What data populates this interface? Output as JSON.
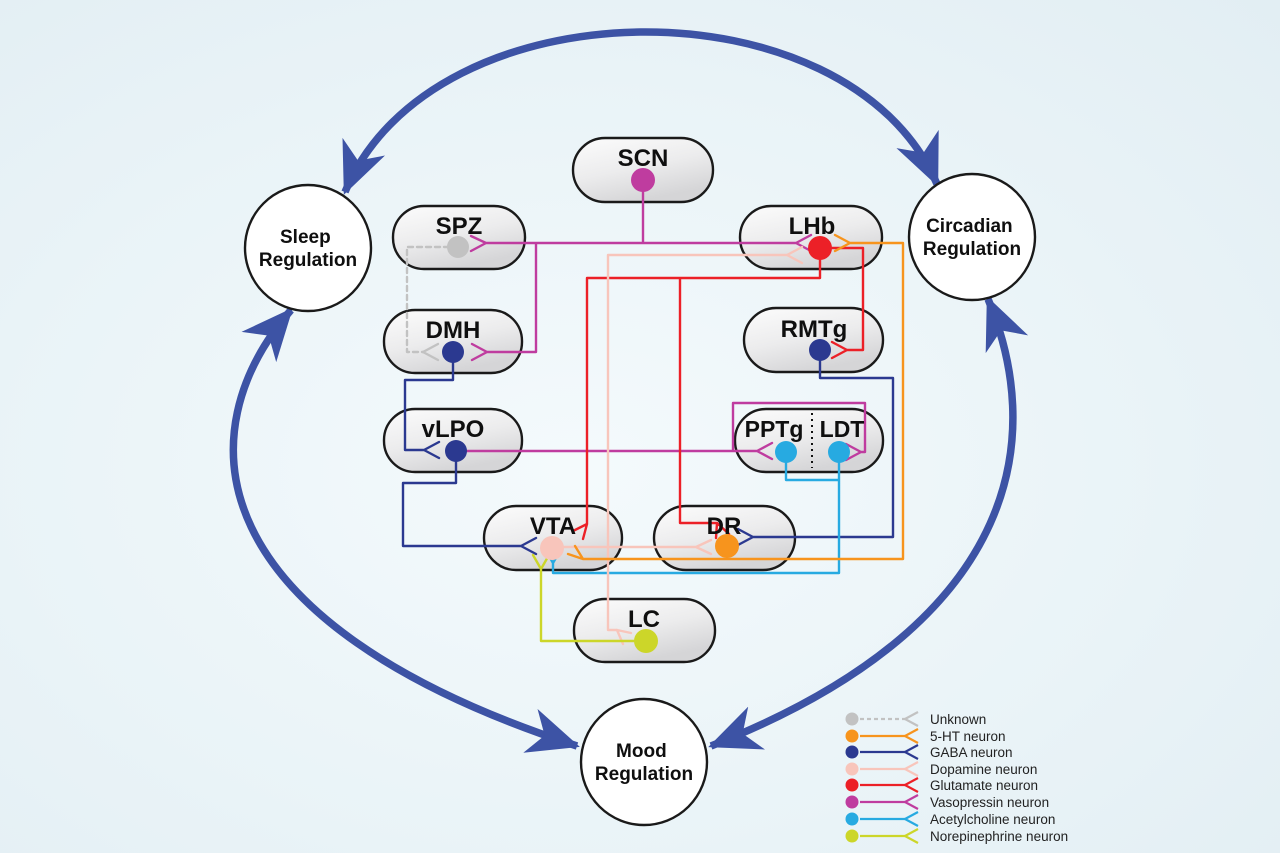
{
  "figure": {
    "description": "Neural circuit diagram linking sleep, circadian and mood regulation",
    "background_color": "#e9f3f7"
  },
  "palette": {
    "unknown": "#c2c2c2",
    "serotonin": "#f7941d",
    "gaba": "#2b3990",
    "dopamine": "#f8c5bb",
    "glutamate": "#ec2027",
    "vasopressin": "#bf3c9f",
    "acetylcholine": "#27aae1",
    "norepinephrine": "#ccd629",
    "hub_arrow": "#3d53a5",
    "node_border": "#1a1a1a"
  },
  "hubs": {
    "sleep": {
      "line1": "Sleep",
      "line2": "Regulation"
    },
    "circadian": {
      "line1": "Circadian",
      "line2": "Regulation"
    },
    "mood": {
      "line1": "Mood",
      "line2": "Regulation"
    }
  },
  "hub_links": [
    {
      "between": [
        "Sleep Regulation",
        "Circadian Regulation"
      ],
      "bidirectional": true
    },
    {
      "between": [
        "Sleep Regulation",
        "Mood Regulation"
      ],
      "bidirectional": true
    },
    {
      "between": [
        "Circadian Regulation",
        "Mood Regulation"
      ],
      "bidirectional": true
    }
  ],
  "nodes": {
    "scn": {
      "label": "SCN",
      "neuron": "vasopressin"
    },
    "spz": {
      "label": "SPZ",
      "neuron": "unknown"
    },
    "lhb": {
      "label": "LHb",
      "neuron": "glutamate"
    },
    "dmh": {
      "label": "DMH",
      "neuron": "gaba"
    },
    "rmtg": {
      "label": "RMTg",
      "neuron": "gaba"
    },
    "vlpo": {
      "label": "vLPO",
      "neuron": "gaba"
    },
    "pptg": {
      "label": "PPTg",
      "neuron": "acetylcholine"
    },
    "ldt": {
      "label": "LDT",
      "neuron": "acetylcholine"
    },
    "vta": {
      "label": "VTA",
      "neuron": "dopamine"
    },
    "dr": {
      "label": "DR",
      "neuron": "serotonin"
    },
    "lc": {
      "label": "LC",
      "neuron": "norepinephrine"
    }
  },
  "edges": [
    {
      "source": "SCN",
      "targets": [
        "SPZ",
        "DMH",
        "LHb"
      ],
      "neuron": "vasopressin"
    },
    {
      "source": "SPZ",
      "targets": [
        "DMH"
      ],
      "neuron": "unknown"
    },
    {
      "source": "DMH",
      "targets": [
        "vLPO"
      ],
      "neuron": "gaba"
    },
    {
      "source": "vLPO",
      "targets": [
        "VTA"
      ],
      "neuron": "gaba"
    },
    {
      "source": "vLPO",
      "targets": [
        "PPTg",
        "LDT"
      ],
      "neuron": "vasopressin"
    },
    {
      "source": "LHb",
      "targets": [
        "RMTg",
        "VTA",
        "DR"
      ],
      "neuron": "glutamate"
    },
    {
      "source": "RMTg",
      "targets": [
        "DR"
      ],
      "neuron": "gaba"
    },
    {
      "source": "PPTg",
      "targets": [
        "VTA"
      ],
      "neuron": "acetylcholine"
    },
    {
      "source": "LDT",
      "targets": [
        "VTA"
      ],
      "neuron": "acetylcholine"
    },
    {
      "source": "VTA",
      "targets": [
        "LHb",
        "DR",
        "LC"
      ],
      "neuron": "dopamine"
    },
    {
      "source": "DR",
      "targets": [
        "VTA",
        "LHb"
      ],
      "neuron": "serotonin"
    },
    {
      "source": "LC",
      "targets": [
        "VTA"
      ],
      "neuron": "norepinephrine"
    }
  ],
  "legend": {
    "items": [
      {
        "id": "unknown",
        "label": "Unknown",
        "dashed": true
      },
      {
        "id": "serotonin",
        "label": "5-HT neuron",
        "dashed": false
      },
      {
        "id": "gaba",
        "label": "GABA neuron",
        "dashed": false
      },
      {
        "id": "dopamine",
        "label": "Dopamine neuron",
        "dashed": false
      },
      {
        "id": "glutamate",
        "label": "Glutamate neuron",
        "dashed": false
      },
      {
        "id": "vasopressin",
        "label": "Vasopressin neuron",
        "dashed": false
      },
      {
        "id": "acetylcholine",
        "label": "Acetylcholine neuron",
        "dashed": false
      },
      {
        "id": "norepinephrine",
        "label": "Norepinephrine neuron",
        "dashed": false
      }
    ]
  }
}
